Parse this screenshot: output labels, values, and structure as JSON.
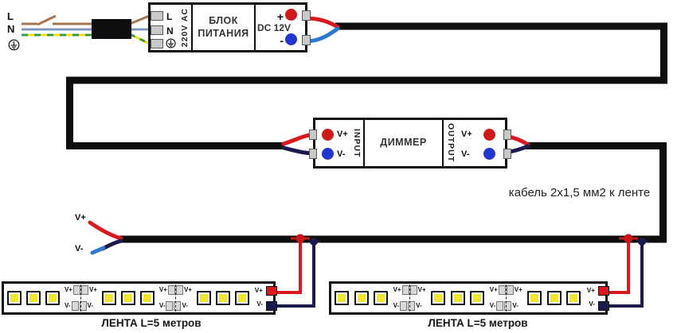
{
  "colors": {
    "cable": "#0e0e0e",
    "wire_red": "#d8191f",
    "wire_navy": "#1b1b4e",
    "wire_blue": "#2e78cc",
    "wire_brown": "#a4754e",
    "wire_neutral": "#8099bb",
    "earth_yellow": "#e6df1f",
    "earth_green": "#3f9e3f",
    "terminal_gray": "#c9c9c9",
    "led_yellow": "#f2e72e",
    "pad_gray": "#d8d8d8"
  },
  "mains": {
    "l_label": "L",
    "n_label": "N"
  },
  "psu": {
    "terminal_l": "L",
    "terminal_n": "N",
    "voltage_label": "220V AC",
    "title": "БЛОК ПИТАНИЯ",
    "dc_label": "DC 12V",
    "plus": "+",
    "minus": "-"
  },
  "dimmer": {
    "title": "ДИММЕР",
    "input_label": "INPUT",
    "output_label": "OUTPUT",
    "vplus": "V+",
    "vminus": "V-"
  },
  "cable_note": "кабель 2х1,5 мм2 к ленте",
  "feed": {
    "vplus": "V+",
    "vminus": "V-"
  },
  "strips": {
    "label": "ЛЕНТА L=5 метров",
    "vplus": "V+",
    "vminus": "V-",
    "structure": [
      "leds",
      "pads",
      "leds",
      "pads",
      "leds"
    ],
    "leds_per_segment": 3,
    "count": 2
  }
}
